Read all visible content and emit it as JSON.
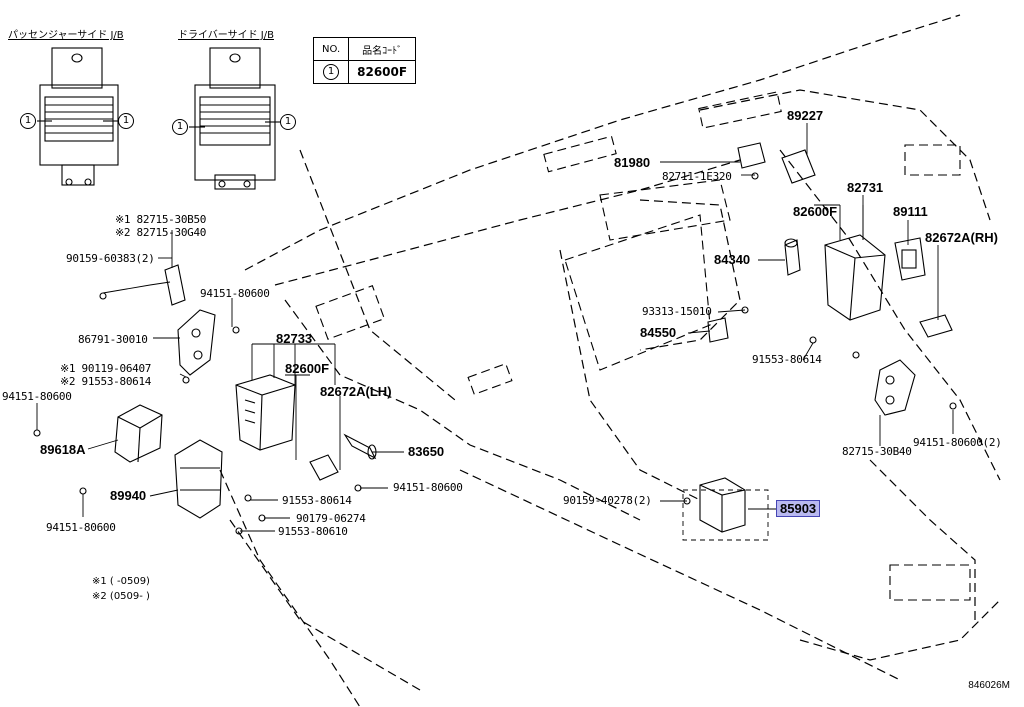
{
  "jb": {
    "passenger_title": "パッセンジャーサイド J/B",
    "driver_title": "ドライバーサイド J/B",
    "marker": "1"
  },
  "legend": {
    "col_no": "NO.",
    "col_code": "品名ｺｰﾄﾞ",
    "row_no": "1",
    "row_code": "82600F"
  },
  "labels": {
    "l82715_30b50": "※1 82715-30B50",
    "l82715_30g40": "※2 82715-30G40",
    "l90159_60383": "90159-60383(2)",
    "l94151_80600_a": "94151-80600",
    "l86791_30010": "86791-30010",
    "l90119_06407": "※1 90119-06407",
    "l91553_80614_a": "※2 91553-80614",
    "l94151_80600_b": "94151-80600",
    "l89618a": "89618A",
    "l89940": "89940",
    "l94151_80600_c": "94151-80600",
    "l82733": "82733",
    "l82600f_a": "82600F",
    "l82672a_lh": "82672A(LH)",
    "l83650": "83650",
    "l94151_80600_d": "94151-80600",
    "l91553_80614_b": "91553-80614",
    "l90179_06274": "90179-06274",
    "l91553_80610": "91553-80610",
    "l89227": "89227",
    "l81980": "81980",
    "l82711_1e320": "82711-1E320",
    "l82731": "82731",
    "l82600f_b": "82600F",
    "l89111": "89111",
    "l82672a_rh": "82672A(RH)",
    "l84340": "84340",
    "l93313_15010": "93313-15010",
    "l84550": "84550",
    "l91553_80614_c": "91553-80614",
    "l82715_30b40": "82715-30B40",
    "l94151_80600_e": "94151-80600(2)",
    "l90159_40278": "90159-40278(2)",
    "l85903": "85903"
  },
  "notes": {
    "n1": "※1 (     -0509)",
    "n2": "※2 (0509-      )"
  },
  "figure_id": "846026M"
}
